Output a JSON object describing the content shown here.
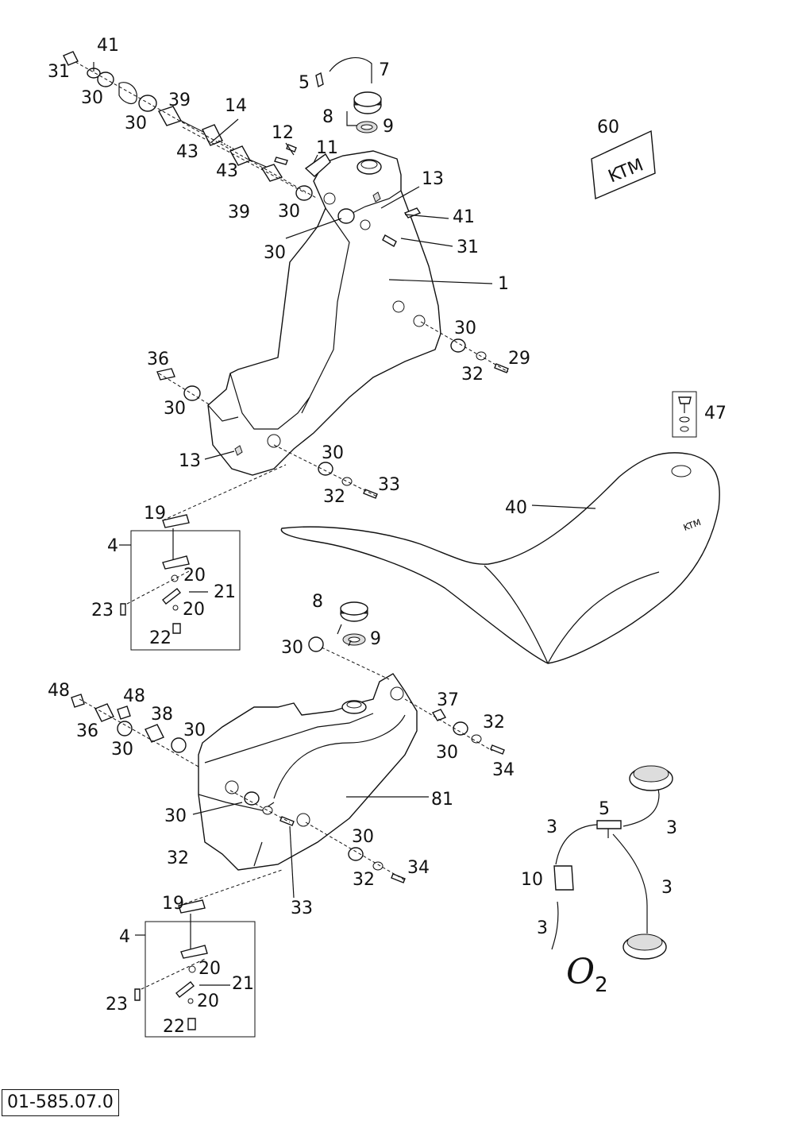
{
  "diagram": {
    "reference_code": "01-585.07.0",
    "variant_mark": "O",
    "variant_sub": "2",
    "decal_text": "KTM",
    "labels": {
      "l41a": "41",
      "l31a": "31",
      "l30a": "30",
      "l30b": "30",
      "l39a": "39",
      "l14": "14",
      "l43a": "43",
      "l43b": "43",
      "l39b": "39",
      "l12": "12",
      "l11": "11",
      "l30c": "30",
      "l5a": "5",
      "l7": "7",
      "l8a": "8",
      "l9a": "9",
      "l60": "60",
      "l13a": "13",
      "l41b": "41",
      "l30d": "30",
      "l31b": "31",
      "l1": "1",
      "l30e": "30",
      "l29": "29",
      "l32a": "32",
      "l36a": "36",
      "l30f": "30",
      "l47": "47",
      "l13b": "13",
      "l30g": "30",
      "l33a": "33",
      "l32b": "32",
      "l19a": "19",
      "l40": "40",
      "l4a": "4",
      "l20a": "20",
      "l21a": "21",
      "l23a": "23",
      "l20b": "20",
      "l22a": "22",
      "l8b": "8",
      "l9b": "9",
      "l30h": "30",
      "l48a": "48",
      "l48b": "48",
      "l38": "38",
      "l36b": "36",
      "l30i": "30",
      "l30j": "30",
      "l37": "37",
      "l32c": "32",
      "l30k": "30",
      "l34a": "34",
      "l81": "81",
      "l30l": "30",
      "l3a": "3",
      "l5b": "5",
      "l3b": "3",
      "l32d": "32",
      "l30m": "30",
      "l10": "10",
      "l3c": "3",
      "l34b": "34",
      "l32e": "32",
      "l33b": "33",
      "l3d": "3",
      "l19b": "19",
      "l4b": "4",
      "l20c": "20",
      "l21b": "21",
      "l23b": "23",
      "l20d": "20",
      "l22b": "22"
    }
  }
}
